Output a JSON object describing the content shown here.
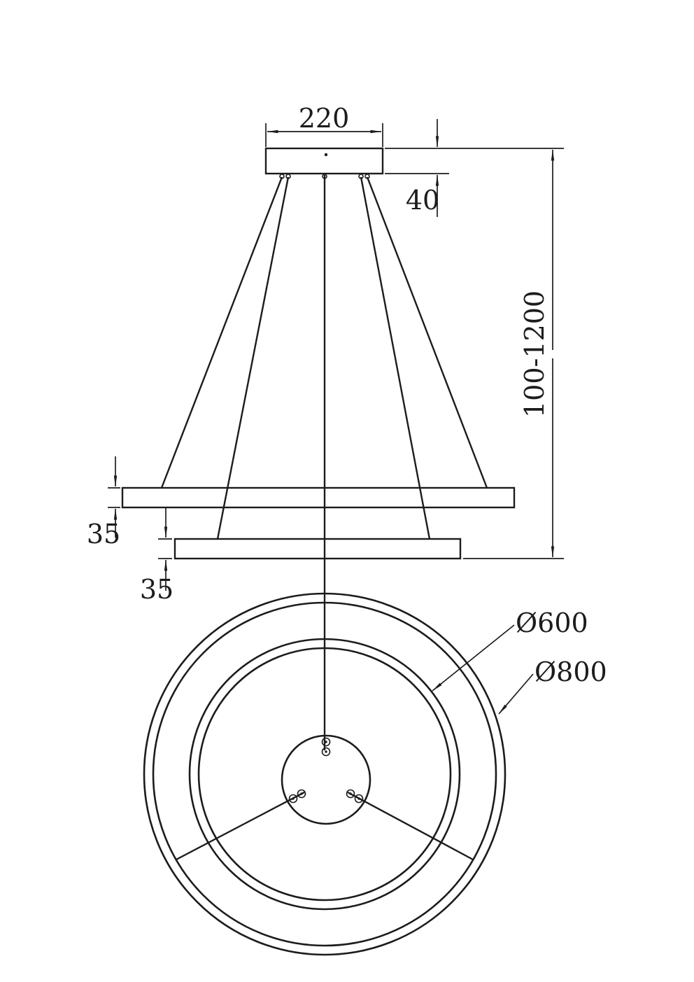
{
  "colors": {
    "line": "#1c1c1c",
    "background": "#ffffff"
  },
  "side_view": {
    "dim_canopy_width": "220",
    "dim_canopy_height": "40",
    "dim_suspension_height": "100-1200",
    "dim_outer_ring_thickness": "35",
    "dim_inner_ring_thickness": "35"
  },
  "plan_view": {
    "dim_inner_ring_diameter": "Ø600",
    "dim_outer_ring_diameter": "Ø800"
  }
}
